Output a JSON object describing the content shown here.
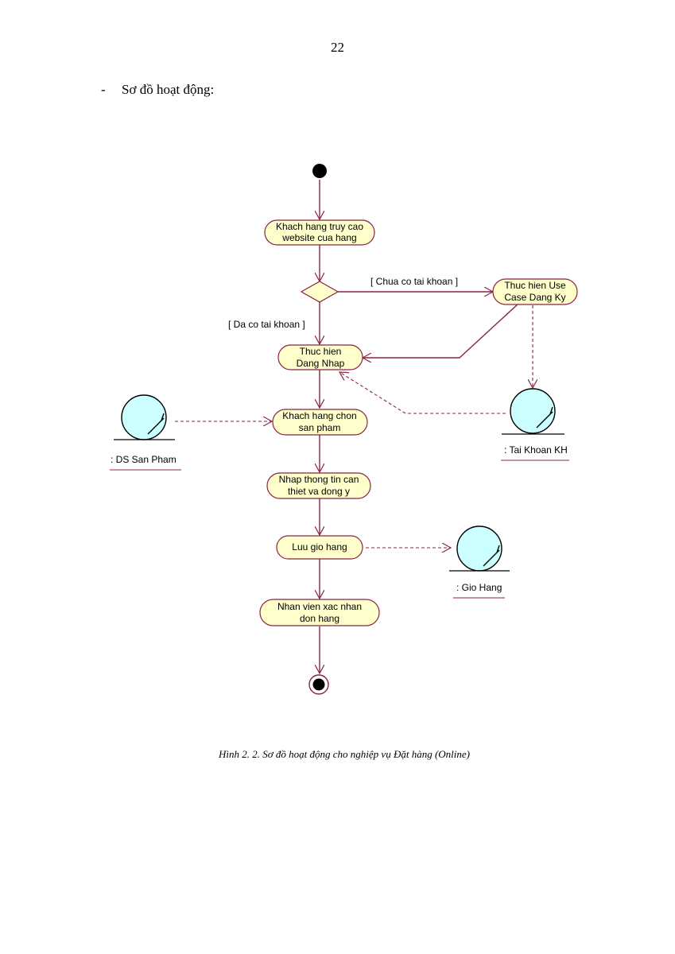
{
  "page": {
    "number": "22"
  },
  "heading": {
    "bullet": "-",
    "text": "Sơ đồ hoạt động:"
  },
  "diagram": {
    "activities": {
      "access_website": [
        "Khach hang truy cao",
        "website cua hang"
      ],
      "register": [
        "Thuc hien Use",
        "Case Dang Ky"
      ],
      "login": [
        "Thuc hien",
        "Dang Nhap"
      ],
      "choose_product": [
        "Khach hang chon",
        "san pham"
      ],
      "enter_info": [
        "Nhap thong tin can",
        "thiet va dong y"
      ],
      "save_cart": [
        "Luu gio hang"
      ],
      "staff_confirm": [
        "Nhan vien xac nhan",
        "don hang"
      ]
    },
    "guards": {
      "no_account": "[ Chua co tai khoan ]",
      "has_account": "[ Da co tai khoan ]"
    },
    "objects": {
      "product_list": ": DS San Pham",
      "customer_account": ": Tai Khoan KH",
      "cart": ": Gio Hang"
    },
    "colors": {
      "activity_fill": "#ffffcc",
      "stroke": "#8b2346",
      "object_fill": "#ccffff"
    }
  },
  "caption": "Hình 2. 2. Sơ đồ hoạt động cho nghiệp vụ Đặt hàng (Online)"
}
